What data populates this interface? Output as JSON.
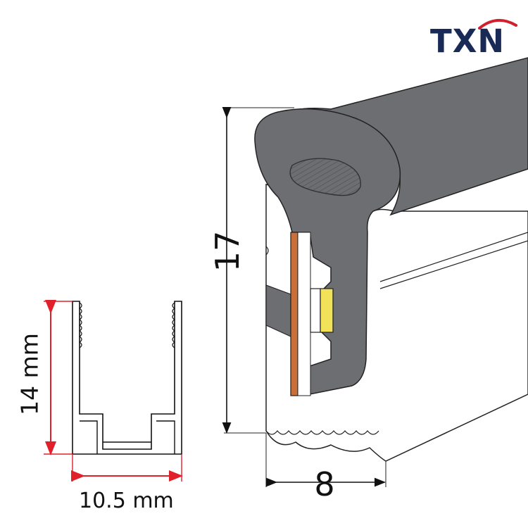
{
  "logo": {
    "text": "TXN",
    "text_color": "#1a2a56",
    "swoosh_color": "#d0202e"
  },
  "profile": {
    "height_label": "17",
    "width_label": "8",
    "body_color": "#6d6e72",
    "led_color": "#f2e25a",
    "pcb_color": "#c9703a"
  },
  "channel": {
    "height_label": "14 mm",
    "width_label": "10.5 mm",
    "dimension_color": "#e0202a"
  }
}
